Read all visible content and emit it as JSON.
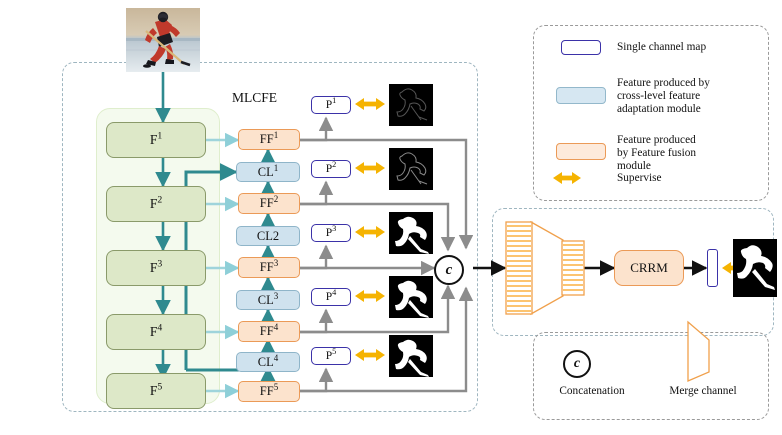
{
  "figure": {
    "title": "MLCFE",
    "backbone_label": "backbone-feature-column"
  },
  "backbone": {
    "features": [
      {
        "id": "F1",
        "base": "F",
        "sup": "1"
      },
      {
        "id": "F2",
        "base": "F",
        "sup": "2"
      },
      {
        "id": "F3",
        "base": "F",
        "sup": "3"
      },
      {
        "id": "F4",
        "base": "F",
        "sup": "4"
      },
      {
        "id": "F5",
        "base": "F",
        "sup": "5"
      }
    ]
  },
  "fusion": {
    "ff": [
      {
        "id": "FF1",
        "base": "FF",
        "sup": "1"
      },
      {
        "id": "FF2",
        "base": "FF",
        "sup": "2"
      },
      {
        "id": "FF3",
        "base": "FF",
        "sup": "3"
      },
      {
        "id": "FF4",
        "base": "FF",
        "sup": "4"
      },
      {
        "id": "FF5",
        "base": "FF",
        "sup": "5"
      }
    ],
    "cl": [
      {
        "id": "CL1",
        "base": "CL",
        "sup": "1"
      },
      {
        "id": "CL2",
        "base": "CL2",
        "sup": ""
      },
      {
        "id": "CL3",
        "base": "CL",
        "sup": "3"
      },
      {
        "id": "CL4",
        "base": "CL",
        "sup": "4"
      }
    ]
  },
  "predictions": {
    "maps": [
      {
        "id": "P1",
        "base": "P",
        "sup": "1",
        "gt_type": "edge"
      },
      {
        "id": "P2",
        "base": "P",
        "sup": "2",
        "gt_type": "edge"
      },
      {
        "id": "P3",
        "base": "P",
        "sup": "3",
        "gt_type": "mask"
      },
      {
        "id": "P4",
        "base": "P",
        "sup": "4",
        "gt_type": "mask"
      },
      {
        "id": "P5",
        "base": "P",
        "sup": "5",
        "gt_type": "mask"
      }
    ]
  },
  "head": {
    "concat_symbol": "c",
    "crrm_label": "CRRM",
    "output_map_name": "single-channel-output"
  },
  "legend_top": {
    "items": [
      {
        "swatch": "single-channel",
        "text": "Single channel map"
      },
      {
        "swatch": "cross-level",
        "text_lines": [
          "Feature produced by",
          "cross-level feature",
          "adaptation module"
        ]
      },
      {
        "swatch": "feature-fusion",
        "text_lines": [
          "Feature produced",
          "by Feature fusion",
          "module"
        ]
      },
      {
        "swatch": "supervise-arrow",
        "text": "Supervise"
      }
    ]
  },
  "legend_bottom": {
    "items": [
      {
        "symbol": "c",
        "text": "Concatenation"
      },
      {
        "symbol": "trapezoid",
        "text": "Merge channel"
      }
    ]
  },
  "colors": {
    "backbone_fill": "#dde8c8",
    "backbone_stroke": "#8a9a6a",
    "fusion_fill": "#fce3cd",
    "fusion_stroke": "#eb9a57",
    "crosslevel_fill": "#cfe2ee",
    "crosslevel_stroke": "#8fb5c9",
    "pred_stroke": "#3b32a8",
    "supervise": "#f5b301",
    "teal_flow": "#2f8a8f",
    "light_teal_flow": "#9ed4db",
    "gray_flow": "#8c8c8c",
    "dashed_border": "#9fb6c0"
  }
}
